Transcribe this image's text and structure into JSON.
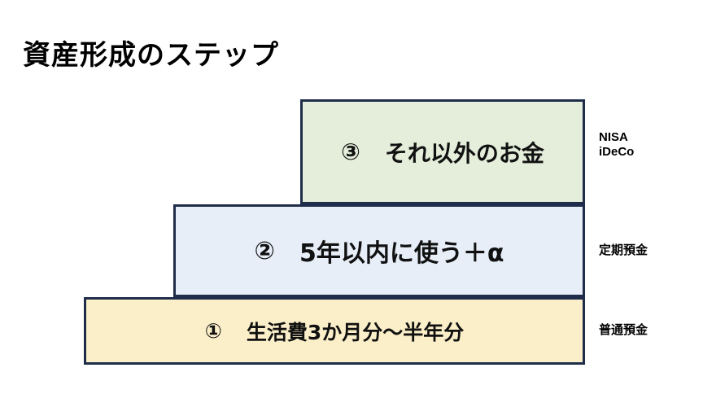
{
  "title": "資産形成のステップ",
  "colors": {
    "step1_fill": "#fbefc9",
    "step2_fill": "#e7eef8",
    "step3_fill": "#e4eedb",
    "border": "#1f2d4a"
  },
  "steps": [
    {
      "number": "①",
      "label": "生活費3か月分～半年分",
      "side_label": [
        "普通預金"
      ]
    },
    {
      "number": "②",
      "label": "5年以内に使う＋α",
      "side_label": [
        "定期預金"
      ]
    },
    {
      "number": "③",
      "label": "それ以外のお金",
      "side_label": [
        "NISA",
        "iDeCo"
      ]
    }
  ]
}
